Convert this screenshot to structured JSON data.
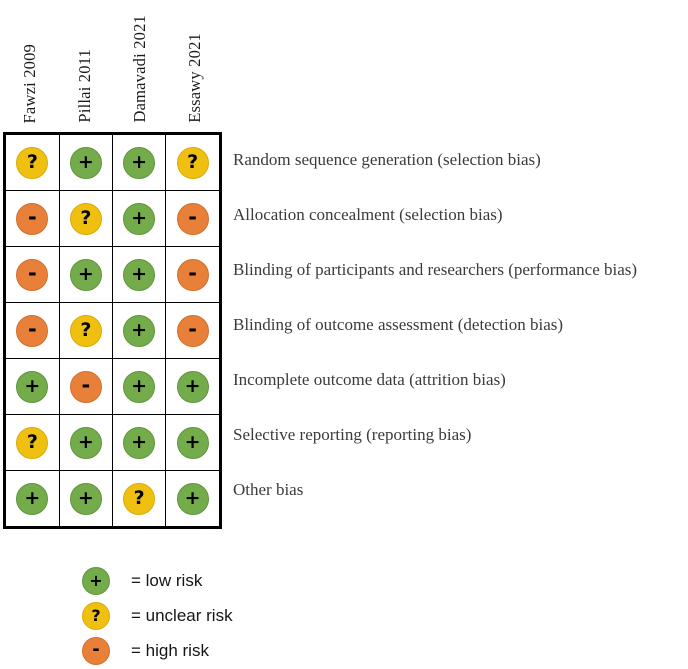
{
  "figure": {
    "type": "risk-of-bias-summary",
    "studies": [
      "Fawzi 2009",
      "Pillai 2011",
      "Damavadi 2021",
      "Essawy 2021"
    ],
    "domains": [
      "Random sequence generation (selection bias)",
      "Allocation concealment (selection bias)",
      "Blinding of participants and researchers (performance bias)",
      "Blinding of outcome assessment (detection bias)",
      "Incomplete outcome data (attrition bias)",
      "Selective reporting (reporting bias)",
      "Other bias"
    ],
    "judgement_symbols": {
      "low": "+",
      "unclear": "?",
      "high": "-"
    },
    "judgement_colors": {
      "low": "#74ac4c",
      "unclear": "#f0c011",
      "high": "#e8803a"
    },
    "matrix": [
      [
        "unclear",
        "low",
        "low",
        "unclear"
      ],
      [
        "high",
        "unclear",
        "low",
        "high"
      ],
      [
        "high",
        "low",
        "low",
        "high"
      ],
      [
        "high",
        "unclear",
        "low",
        "high"
      ],
      [
        "low",
        "high",
        "low",
        "low"
      ],
      [
        "unclear",
        "low",
        "low",
        "low"
      ],
      [
        "low",
        "low",
        "unclear",
        "low"
      ]
    ]
  },
  "legend": {
    "items": [
      {
        "level": "low",
        "symbol": "+",
        "label": "= low risk"
      },
      {
        "level": "unclear",
        "symbol": "?",
        "label": "= unclear risk"
      },
      {
        "level": "high",
        "symbol": "-",
        "label": "= high risk"
      }
    ]
  },
  "chart_data": {
    "type": "heatmap",
    "title": "",
    "xlabel": "",
    "ylabel": "",
    "x_categories": [
      "Fawzi 2009",
      "Pillai 2011",
      "Damavadi 2021",
      "Essawy 2021"
    ],
    "y_categories": [
      "Random sequence generation (selection bias)",
      "Allocation concealment (selection bias)",
      "Blinding of participants and researchers (performance bias)",
      "Blinding of outcome assessment (detection bias)",
      "Incomplete outcome data (attrition bias)",
      "Selective reporting (reporting bias)",
      "Other bias"
    ],
    "values": [
      [
        "unclear",
        "low",
        "low",
        "unclear"
      ],
      [
        "high",
        "unclear",
        "low",
        "high"
      ],
      [
        "high",
        "low",
        "low",
        "high"
      ],
      [
        "high",
        "unclear",
        "low",
        "high"
      ],
      [
        "low",
        "high",
        "low",
        "low"
      ],
      [
        "unclear",
        "low",
        "low",
        "low"
      ],
      [
        "low",
        "low",
        "unclear",
        "low"
      ]
    ],
    "value_scale": [
      "low",
      "unclear",
      "high"
    ],
    "colors": {
      "low": "#74ac4c",
      "unclear": "#f0c011",
      "high": "#e8803a"
    },
    "grid": true,
    "legend_position": "bottom-left"
  }
}
